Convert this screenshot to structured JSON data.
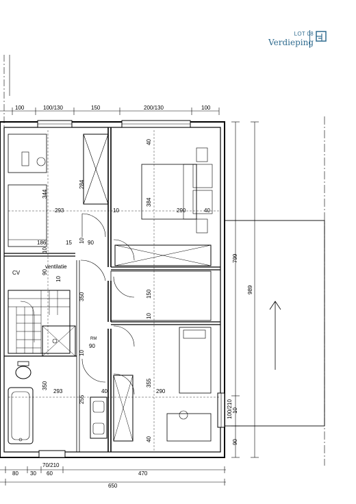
{
  "header": {
    "lot": "LOT 08",
    "title": "Verdieping",
    "accent_color": "#2f6b8f",
    "icon": "floorplan-icon"
  },
  "dimensions": {
    "top": [
      "100",
      "100/130",
      "150",
      "200/130",
      "100"
    ],
    "bottom_row1": [
      "80",
      "30",
      "60",
      "470"
    ],
    "bottom_doors": "70/210",
    "bottom_total": "650",
    "right_799": "799",
    "right_989": "989",
    "right_window": "100/210",
    "right_10": "10",
    "right_90": "90"
  },
  "labels": {
    "d344": "344",
    "d284": "284",
    "d293a": "293",
    "d10a": "10",
    "d384": "384",
    "d290a": "290",
    "d40a": "40",
    "d40b": "40",
    "d186": "186",
    "d15": "15",
    "d10b": "10",
    "d90a": "90",
    "ventilatie": "ventilatie",
    "d90b": "90",
    "d10c": "10",
    "cv": "CV",
    "d10d": "10",
    "d350a": "350",
    "d150": "150",
    "d10e": "10",
    "rm": "RM",
    "d90c": "90",
    "d10f": "10",
    "d350b": "350",
    "d293b": "293",
    "d255": "255",
    "d40c": "40",
    "d355": "355",
    "d290b": "290",
    "d40d": "40"
  }
}
